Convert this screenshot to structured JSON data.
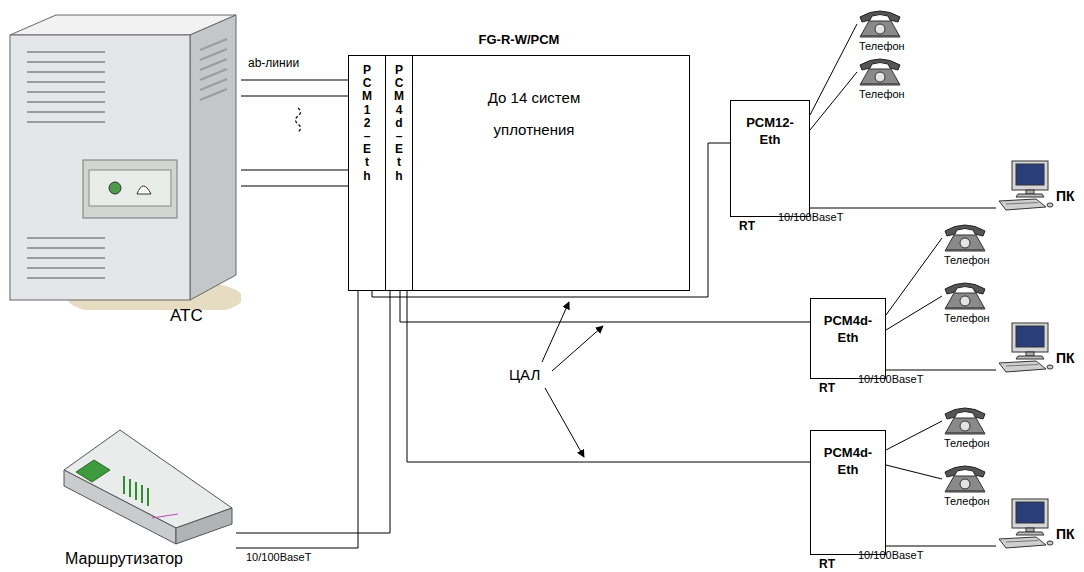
{
  "diagram": {
    "nodes": [
      {
        "text": [
          "АТС"
        ]
      },
      {
        "text": [
          "FG-R-W/PCM",
          "До 14 систем уплотнения"
        ]
      },
      {
        "text": [
          "PCM12–Eth"
        ],
        "in": 1
      },
      {
        "text": [
          "PCM4d–Eth"
        ],
        "in": 1
      },
      {
        "text": [
          "PCM12-Eth",
          "RT"
        ]
      },
      {
        "text": [
          "Телефон"
        ]
      },
      {
        "text": [
          "Телефон"
        ]
      },
      {
        "text": [
          "ПК"
        ]
      },
      {
        "text": [
          "PCM4d-Eth",
          "RT"
        ]
      },
      {
        "text": [
          "Телефон"
        ]
      },
      {
        "text": [
          "Телефон"
        ]
      },
      {
        "text": [
          "ПК"
        ]
      },
      {
        "text": [
          "PCM4d-Eth",
          "RT"
        ]
      },
      {
        "text": [
          "Телефон"
        ]
      },
      {
        "text": [
          "Телефон"
        ]
      },
      {
        "text": [
          "ПК"
        ]
      },
      {
        "text": [
          "Маршрутизатор"
        ]
      }
    ],
    "edges": [
      {
        "from": 0,
        "to": 2,
        "arrow": "none",
        "label": "ab-линии"
      },
      {
        "from": 0,
        "to": 2,
        "arrow": "none"
      },
      {
        "from": 0,
        "to": 2,
        "arrow": "none"
      },
      {
        "from": 0,
        "to": 2,
        "arrow": "none"
      },
      {
        "from": 2,
        "to": 4,
        "arrow": "none"
      },
      {
        "from": 3,
        "to": 8,
        "arrow": "none"
      },
      {
        "from": 3,
        "to": 12,
        "arrow": "none"
      },
      {
        "from": 4,
        "to": 5,
        "arrow": "none"
      },
      {
        "from": 4,
        "to": 6,
        "arrow": "none"
      },
      {
        "from": 4,
        "to": 7,
        "arrow": "none",
        "label": "10/100BaseT"
      },
      {
        "from": 8,
        "to": 9,
        "arrow": "none"
      },
      {
        "from": 8,
        "to": 10,
        "arrow": "none"
      },
      {
        "from": 8,
        "to": 11,
        "arrow": "none",
        "label": "10/100BaseT"
      },
      {
        "from": 12,
        "to": 13,
        "arrow": "none"
      },
      {
        "from": 12,
        "to": 14,
        "arrow": "none"
      },
      {
        "from": 12,
        "to": 15,
        "arrow": "none",
        "label": "10/100BaseT"
      },
      {
        "from": 16,
        "to": 2,
        "arrow": "none",
        "label": "10/100BaseT"
      },
      {
        "from": 16,
        "to": 3,
        "arrow": "none"
      }
    ],
    "labels": [
      "ЦАЛ"
    ]
  }
}
